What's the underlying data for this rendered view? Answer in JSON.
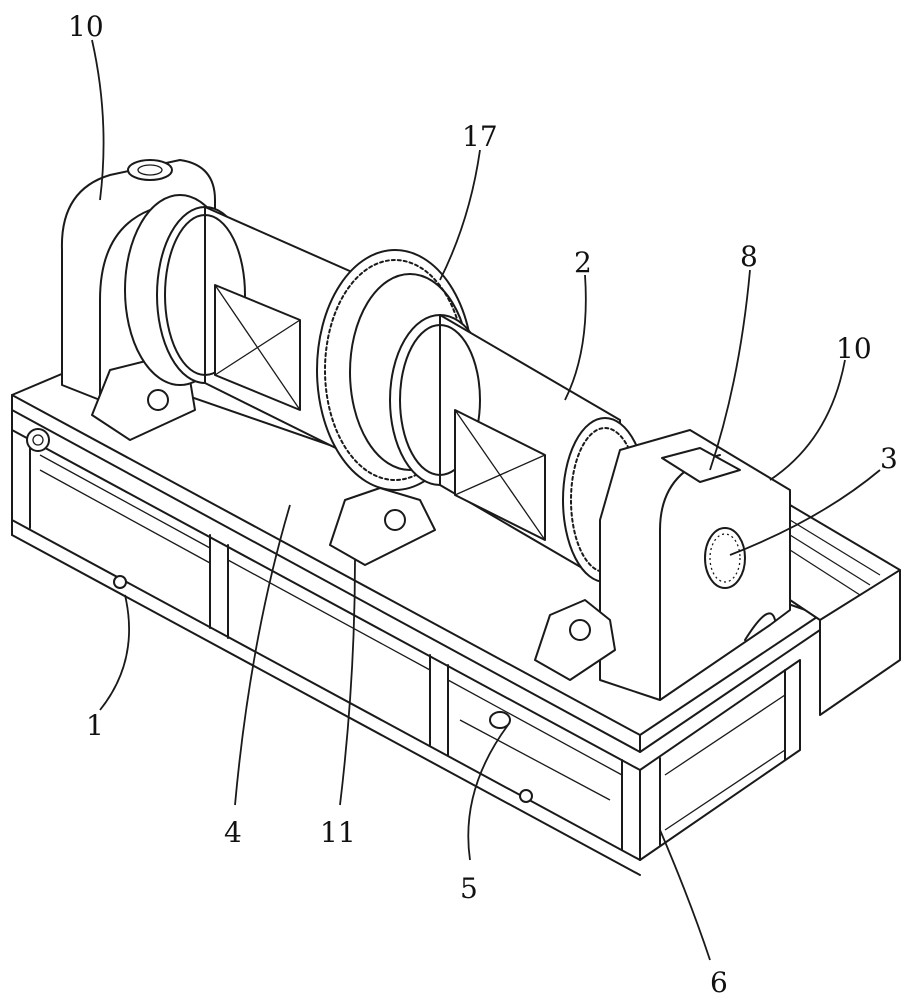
{
  "figure": {
    "callouts": [
      {
        "id": "label-10-left",
        "text": "10"
      },
      {
        "id": "label-17",
        "text": "17"
      },
      {
        "id": "label-2",
        "text": "2"
      },
      {
        "id": "label-8",
        "text": "8"
      },
      {
        "id": "label-10-right",
        "text": "10"
      },
      {
        "id": "label-3",
        "text": "3"
      },
      {
        "id": "label-1",
        "text": "1"
      },
      {
        "id": "label-4",
        "text": "4"
      },
      {
        "id": "label-11",
        "text": "11"
      },
      {
        "id": "label-5",
        "text": "5"
      },
      {
        "id": "label-6",
        "text": "6"
      }
    ]
  }
}
